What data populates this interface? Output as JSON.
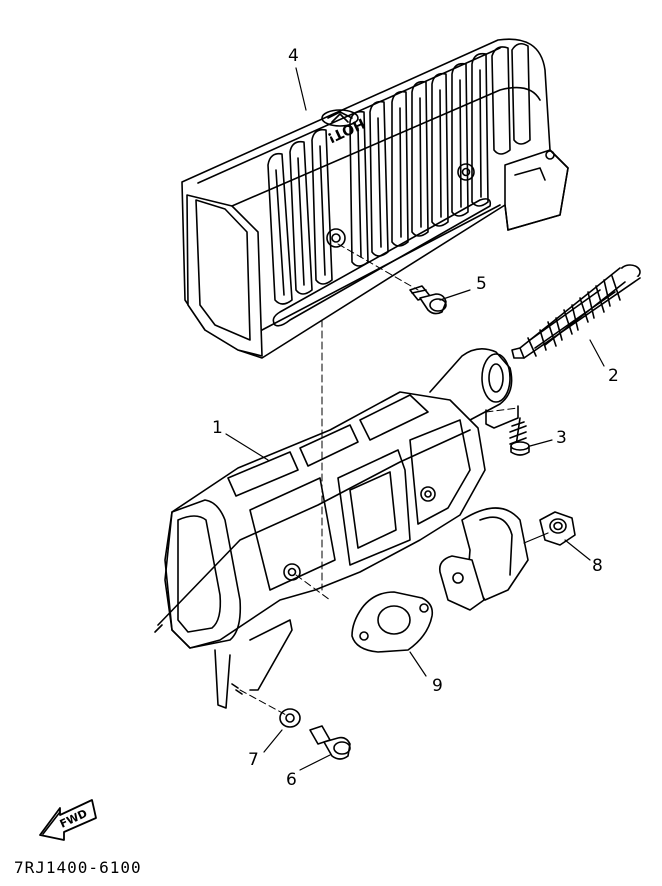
{
  "callouts": {
    "c1": "1",
    "c2": "2",
    "c3": "3",
    "c4": "4",
    "c5": "5",
    "c6": "6",
    "c7": "7",
    "c8": "8",
    "c9": "9"
  },
  "cover_marking": "HOT!",
  "fwd_label": "FWD",
  "diagram_code": "7RJ1400-6100"
}
